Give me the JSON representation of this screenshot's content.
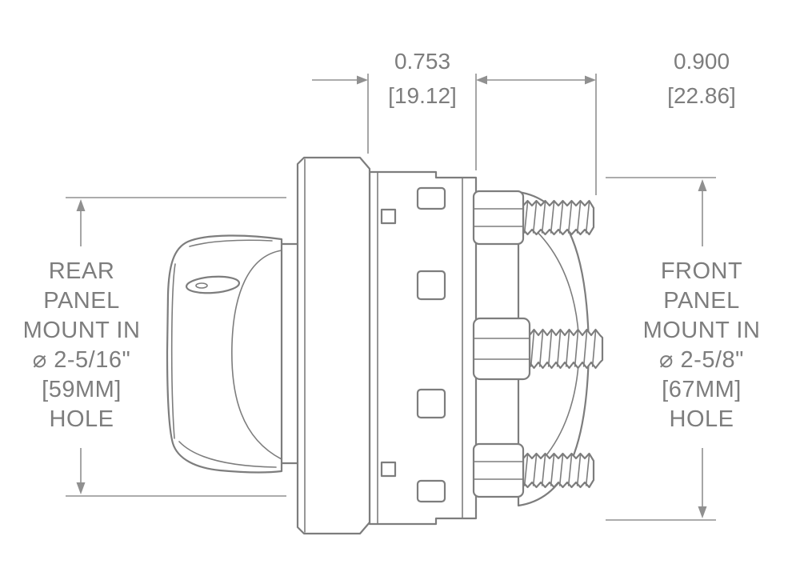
{
  "colors": {
    "line": "#7d7d7d",
    "dim": "#909090",
    "text": "#7d7d7d",
    "bg": "#ffffff"
  },
  "top_dimensions": {
    "flange_to_face": {
      "inches": "0.753",
      "mm": "[19.12]"
    },
    "stud_length": {
      "inches": "0.900",
      "mm": "[22.86]"
    }
  },
  "side_labels": {
    "rear": {
      "lines": [
        "REAR",
        "PANEL",
        "MOUNT IN",
        "⌀ 2-5/16\"",
        "[59MM]",
        "HOLE"
      ]
    },
    "front": {
      "lines": [
        "FRONT",
        "PANEL",
        "MOUNT IN",
        "⌀ 2-5/8\"",
        "[67MM]",
        "HOLE"
      ]
    }
  }
}
